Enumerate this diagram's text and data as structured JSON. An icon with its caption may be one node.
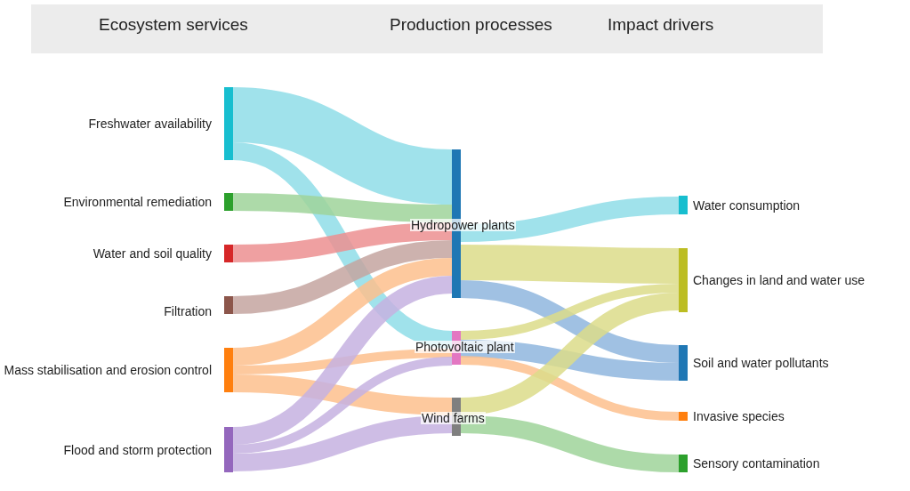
{
  "diagram": {
    "nodes": [
      {
        "text": [
          "Freshwater availability"
        ]
      },
      {
        "text": [
          "Environmental remediation"
        ]
      },
      {
        "text": [
          "Water and soil quality"
        ]
      },
      {
        "text": [
          "Filtration"
        ]
      },
      {
        "text": [
          "Mass stabilisation and erosion control"
        ]
      },
      {
        "text": [
          "Flood and storm protection"
        ]
      },
      {
        "text": [
          "Hydropower plants"
        ]
      },
      {
        "text": [
          "Photovoltaic plant"
        ]
      },
      {
        "text": [
          "Wind farms"
        ]
      },
      {
        "text": [
          "Water consumption"
        ]
      },
      {
        "text": [
          "Changes in land and water use"
        ]
      },
      {
        "text": [
          "Soil and water pollutants"
        ]
      },
      {
        "text": [
          "Invasive species"
        ]
      },
      {
        "text": [
          "Sensory contamination"
        ]
      }
    ],
    "edges": [
      {
        "from": 0,
        "to": 6,
        "arrow": "none",
        "style": "thick",
        "color": "#8fdde8"
      },
      {
        "from": 0,
        "to": 7,
        "arrow": "none",
        "color": "#8fdde8"
      },
      {
        "from": 1,
        "to": 6,
        "arrow": "none",
        "color": "#9fd49a"
      },
      {
        "from": 2,
        "to": 6,
        "arrow": "none",
        "color": "#ec8f90"
      },
      {
        "from": 3,
        "to": 6,
        "arrow": "none",
        "color": "#c4a5a0"
      },
      {
        "from": 4,
        "to": 6,
        "arrow": "none",
        "color": "#fdc08d"
      },
      {
        "from": 4,
        "to": 7,
        "arrow": "none",
        "color": "#fdc08d"
      },
      {
        "from": 4,
        "to": 8,
        "arrow": "none",
        "color": "#fdc08d"
      },
      {
        "from": 5,
        "to": 6,
        "arrow": "none",
        "color": "#c6b2e0"
      },
      {
        "from": 5,
        "to": 7,
        "arrow": "none",
        "color": "#c6b2e0"
      },
      {
        "from": 5,
        "to": 8,
        "arrow": "none",
        "color": "#c6b2e0"
      },
      {
        "from": 6,
        "to": 9,
        "arrow": "none",
        "color": "#8fdde8"
      },
      {
        "from": 6,
        "to": 10,
        "arrow": "none",
        "style": "thick",
        "color": "#dcdc8a"
      },
      {
        "from": 6,
        "to": 11,
        "arrow": "none",
        "color": "#8fb6de"
      },
      {
        "from": 7,
        "to": 10,
        "arrow": "none",
        "color": "#dcdc8a"
      },
      {
        "from": 7,
        "to": 11,
        "arrow": "none",
        "color": "#8fb6de"
      },
      {
        "from": 7,
        "to": 12,
        "arrow": "none",
        "color": "#fdc08d"
      },
      {
        "from": 8,
        "to": 10,
        "arrow": "none",
        "color": "#dcdc8a"
      },
      {
        "from": 8,
        "to": 13,
        "arrow": "none",
        "color": "#9fd49a"
      }
    ],
    "labels": [
      "Ecosystem services",
      "Production processes",
      "Impact drivers"
    ]
  }
}
